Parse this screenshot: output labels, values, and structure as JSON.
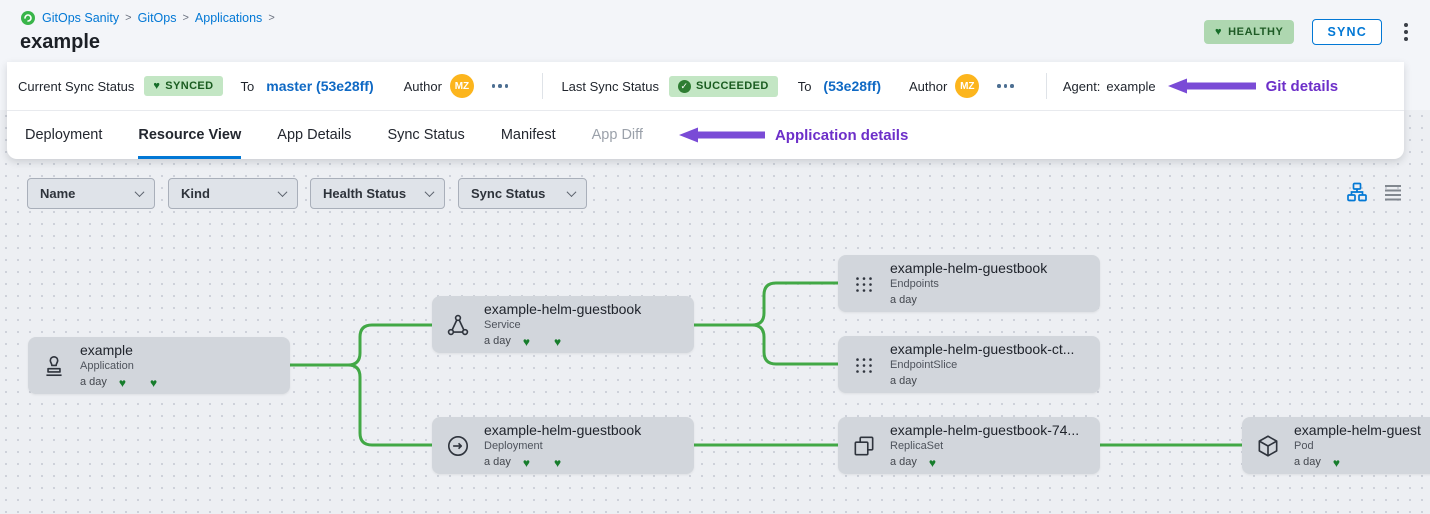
{
  "header": {
    "breadcrumb": {
      "items": [
        "GitOps Sanity",
        "GitOps",
        "Applications"
      ],
      "separator": ">"
    },
    "title": "example",
    "health_badge": "HEALTHY",
    "sync_button": "SYNC"
  },
  "sync_bar": {
    "current_label": "Current Sync Status",
    "current_badge": "SYNCED",
    "current_to_label": "To",
    "current_target": "master (53e28ff)",
    "current_author_label": "Author",
    "current_avatar": "MZ",
    "last_label": "Last Sync Status",
    "last_badge": "SUCCEEDED",
    "last_to_label": "To",
    "last_target": "(53e28ff)",
    "last_author_label": "Author",
    "last_avatar": "MZ",
    "agent_label": "Agent:",
    "agent_value": "example",
    "annotation": "Git details"
  },
  "tabs": {
    "items": [
      "Deployment",
      "Resource View",
      "App Details",
      "Sync Status",
      "Manifest",
      "App Diff"
    ],
    "active": "Resource View",
    "annotation": "Application details"
  },
  "filters": {
    "name": "Name",
    "kind": "Kind",
    "health": "Health Status",
    "sync": "Sync Status"
  },
  "graph": {
    "nodes": [
      {
        "title": "example",
        "kind": "Application",
        "age": "a day"
      },
      {
        "title": "example-helm-guestbook",
        "kind": "Service",
        "age": "a day"
      },
      {
        "title": "example-helm-guestbook",
        "kind": "Deployment",
        "age": "a day"
      },
      {
        "title": "example-helm-guestbook",
        "kind": "Endpoints",
        "age": "a day"
      },
      {
        "title": "example-helm-guestbook-ct...",
        "kind": "EndpointSlice",
        "age": "a day"
      },
      {
        "title": "example-helm-guestbook-74...",
        "kind": "ReplicaSet",
        "age": "a day"
      },
      {
        "title": "example-helm-guest",
        "kind": "Pod",
        "age": "a day"
      }
    ],
    "edges": [
      {
        "from": "example (Application)",
        "to": "example-helm-guestbook (Service)"
      },
      {
        "from": "example (Application)",
        "to": "example-helm-guestbook (Deployment)"
      },
      {
        "from": "example-helm-guestbook (Service)",
        "to": "example-helm-guestbook (Endpoints)"
      },
      {
        "from": "example-helm-guestbook (Service)",
        "to": "example-helm-guestbook-ct... (EndpointSlice)"
      },
      {
        "from": "example-helm-guestbook (Deployment)",
        "to": "example-helm-guestbook-74... (ReplicaSet)"
      },
      {
        "from": "example-helm-guestbook-74... (ReplicaSet)",
        "to": "example-helm-guest (Pod)"
      }
    ]
  },
  "icons": {
    "heart": "♥",
    "check": "✓"
  },
  "colors": {
    "accent_blue": "#0278d5",
    "edge_green": "#42a846",
    "badge_green_bg": "#c3e6c4",
    "badge_green_text": "#1a5c20",
    "annotation_purple": "#7a4bd6",
    "avatar_orange": "#fcb51d",
    "node_gray": "#d2d6dc"
  }
}
